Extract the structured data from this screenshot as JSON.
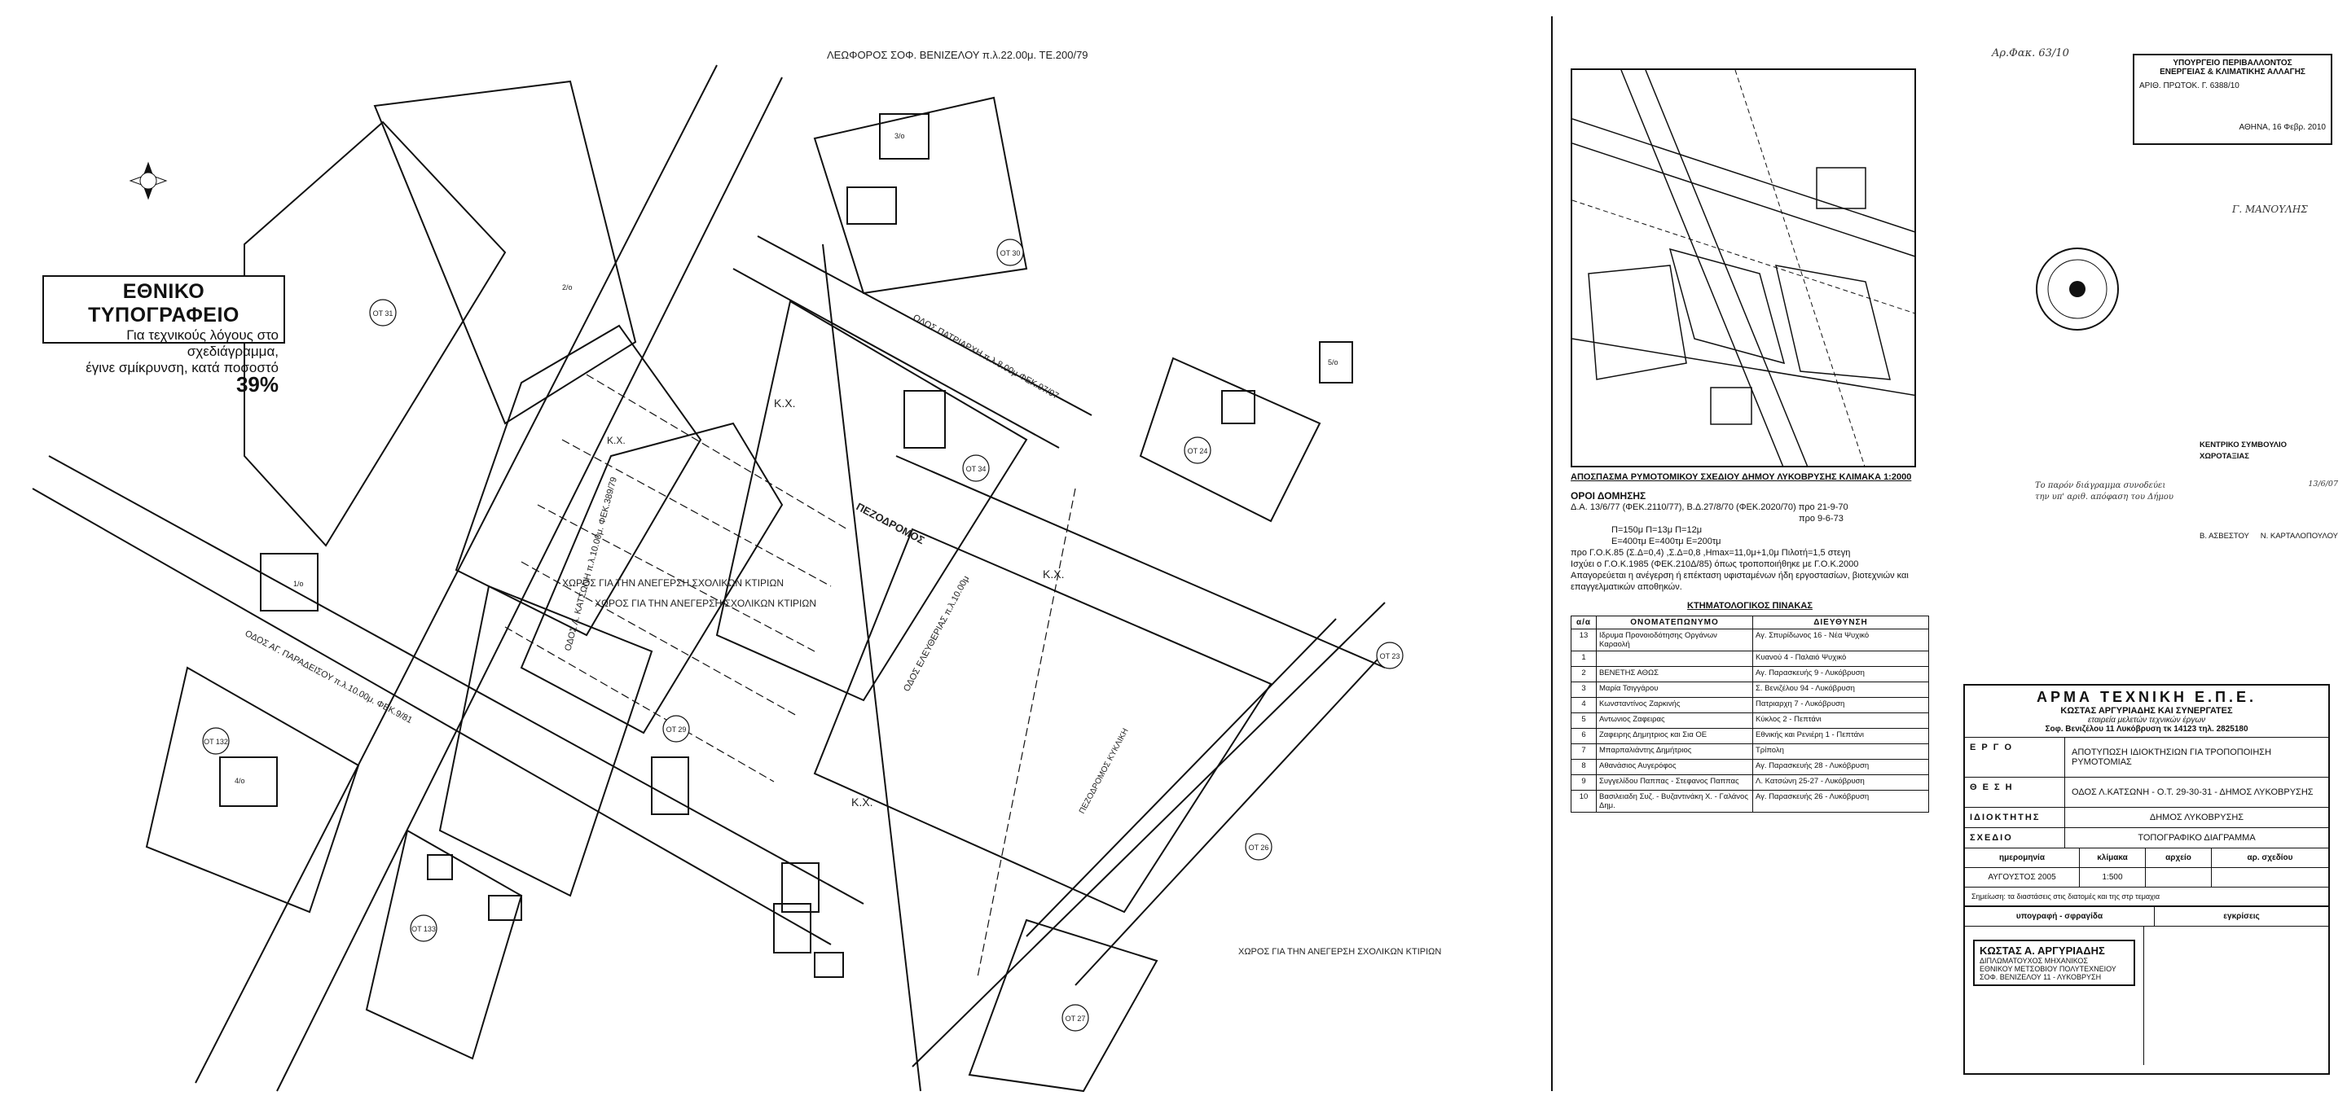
{
  "banner": {
    "title": "ΕΘΝΙΚΟ ΤΥΠΟΓΡΑΦΕΙΟ",
    "line1": "Για τεχνικούς λόγους στο σχεδιάγραμμα,",
    "line2": "έγινε σμίκρυνση, κατά ποσοστό",
    "percent": "39%"
  },
  "map": {
    "avenue_label": "ΛΕΩΦΟΡΟΣ ΣΟΦ. ΒΕΝΙΖΕΛΟΥ π.λ.22.00μ. ΤΕ.200/79",
    "street_katsoni": "ΟΔΟΣ Λ. ΚΑΤΣΩΝΗ π.λ.10.00μ. ΦΕΚ.389/79",
    "street_patriarchi": "ΟΔΟΣ ΠΑΤΡΙΑΡΧΗ π.λ.8.00μ ΦΕΚ.97/97",
    "street_paradeisou": "ΟΔΟΣ ΑΓ. ΠΑΡΑΔΕΙΣΟΥ π.λ.10.00μ. ΦΕΚ.9/81",
    "street_eleftherias": "ΟΔΟΣ ΕΛΕΥΘΕΡΙΑΣ π.λ.10.00μ",
    "pedestrian": "ΠΕΖΟΔΡΟΜΟΣ",
    "kx": "Κ.Χ.",
    "school_area_1": "ΧΩΡΟΣ ΓΙΑ ΤΗΝ ΑΝΕΓΕΡΣΗ ΣΧΟΛΙΚΩΝ ΚΤΙΡΙΩΝ",
    "school_area_2": "ΧΩΡΟΣ ΓΙΑ ΤΗΝ ΑΝΕΓΕΡΣΗ ΣΧΟΛΙΚΩΝ ΚΤΙΡΙΩΝ",
    "pedestrian_diag": "ΠΕΖΟΔΡΟΜΟΣ ΚΥΚΛΙΚΗ",
    "legend_note": "ΧΩΡΟΣ ΓΙΑ ΤΗΝ ΑΝΕΓΕΡΣΗ ΣΧΟΛΙΚΩΝ ΚΤΙΡΙΩΝ",
    "block_labels": [
      "ΟΤ 31",
      "ΟΤ 30",
      "ΟΤ 29",
      "ΟΤ 34",
      "ΟΤ 24",
      "ΟΤ 23",
      "ΟΤ 26",
      "ΟΤ 27",
      "ΟΤ 132",
      "ΟΤ 133"
    ],
    "storey_labels": [
      "2/ο",
      "3/ο",
      "4/ο",
      "1/ο",
      "5/ο"
    ]
  },
  "excerpt": {
    "title": "ΑΠΟΣΠΑΣΜΑ ΡΥΜΟΤΟΜΙΚΟΥ ΣΧΕΔΙΟΥ ΔΗΜΟΥ ΛΥΚΟΒΡΥΣΗΣ ΚΛΙΜΑΚΑ 1:2000",
    "terms_title": "ΟΡΟΙ ΔΟΜΗΣΗΣ",
    "terms_line1": "Δ.Α. 13/6/77 (ΦΕΚ.2110/77), Β.Δ.27/8/70 (ΦΕΚ.2020/70)  προ 21-9-70",
    "terms_line2": "προ 9-6-73",
    "terms_line3": "Π=150μ  Π=13μ  Π=12μ",
    "terms_line4": "Ε=400τμ  Ε=400τμ  Ε=200τμ",
    "terms_line5": "προ Γ.Ο.Κ.85 (Σ.Δ=0,4) ,Σ.Δ=0,8 ,Ηmax=11,0μ+1,0μ Πιλοτή=1,5 στεγη",
    "terms_line6": "Ισχύει ο Γ.Ο.Κ.1985 (ΦΕΚ.210Δ/85) όπως τροποποιήθηκε με Γ.Ο.Κ.2000",
    "terms_line7": "Απαγορεύεται η ανέγερση ή επέκταση υφισταμένων ήδη εργοστασίων, βιοτεχνιών και επαγγελματικών αποθηκών."
  },
  "cadastre": {
    "title": "ΚΤΗΜΑΤΟΛΟΓΙΚΟΣ ΠΙΝΑΚΑΣ",
    "headers": [
      "α/α",
      "ΟΝΟΜΑΤΕΠΩΝΥΜΟ",
      "ΔΙΕΥΘΥΝΣΗ"
    ],
    "rows": [
      [
        "13",
        "Ιδρυμα Προνοιοδότησης Οργάνων Καραολή",
        "Αγ. Σπυρίδωνος 16 - Νέα Ψυχικό"
      ],
      [
        "1",
        "",
        "Κυανού 4 - Παλαιό Ψυχικό"
      ],
      [
        "2",
        "ΒΕΝΕΤΗΣ ΑΘΩΣ",
        "Αγ. Παρασκευής 9 - Λυκόβρυση"
      ],
      [
        "3",
        "Μαρία Τσιγγάρου",
        "Σ. Βενιζέλου 94 - Λυκόβρυση"
      ],
      [
        "4",
        "Κωνσταντίνος Ζαρκινής",
        "Πατριαρχη 7 - Λυκόβρυση"
      ],
      [
        "5",
        "Αντωνιος Ζαφειρας",
        "Κύκλος 2 - Πεπτάνι"
      ],
      [
        "6",
        "Ζαφειρης Δημητριος και Σια ΟΕ",
        "Εθνικής και Ρενιέρη 1 - Πεπτάνι"
      ],
      [
        "7",
        "Μπαρπαλιάντης Δημήτριος",
        "Τρίπολη"
      ],
      [
        "8",
        "Αθανάσιος Αυγερόφος",
        "Αγ. Παρασκευής 28 - Λυκόβρυση"
      ],
      [
        "9",
        "Συγγελίδου Παππας - Στεφανος Παππας",
        "Λ. Κατσώνη 25-27 - Λυκόβρυση"
      ],
      [
        "10",
        "Βασιλειαδη Συζ. - Βυζαντινάκη Χ. - Γαλάνος Δημ.",
        "Αγ. Παρασκευής 26 - Λυκόβρυση"
      ]
    ]
  },
  "stamp": {
    "ministry_line1": "ΥΠΟΥΡΓΕΙΟ ΠΕΡΙΒΑΛΛΟΝΤΟΣ",
    "ministry_line2": "ΕΝΕΡΓΕΙΑΣ & ΚΛΙΜΑΤΙΚΗΣ ΑΛΛΑΓΗΣ",
    "protocol": "ΑΡΙΘ. ΠΡΩΤΟΚ. Γ. 6388/10",
    "date": "ΑΘΗΝΑ, 16 Φεβρ. 2010",
    "signature": "Γ. ΜΑΝΟΥΛΗΣ",
    "ref_top": "Αρ.Φακ. 63/10",
    "central_council": "ΚΕΝΤΡΙΚΟ ΣΥΜΒΟΥΛΙΟ ΧΩΡΟΤΑΞΙΑΣ",
    "date2": "13/6/07",
    "signer2": "Β. ΑΣΒΕΣΤΟΥ",
    "signer3": "Ν. ΚΑΡΤΑΛΟΠΟΥΛΟΥ",
    "note_left": "Το παρόν διάγραμμα συνοδεύει την υπ' αριθ. απόφαση του Δήμου"
  },
  "titleblock": {
    "company": "ΑΡΜΑ   ΤΕΧΝΙΚΗ   Ε.Π.Ε.",
    "partners": "ΚΩΣΤΑΣ   ΑΡΓΥΡΙΑΔΗΣ   ΚΑΙ   ΣΥΝΕΡΓΑΤΕΣ",
    "desc": "εταιρεία   μελετών   τεχνικών   έργων",
    "address": "Σοφ. Βενιζέλου 11 Λυκόβρυση  τκ 14123  τηλ. 2825180",
    "ergo_label": "Ε Ρ Γ Ο",
    "ergo_value": "ΑΠΟΤΥΠΩΣΗ ΙΔΙΟΚΤΗΣΙΩΝ ΓΙΑ ΤΡΟΠΟΠΟΙΗΣΗ ΡΥΜΟΤΟΜΙΑΣ",
    "thesi_label": "Θ Ε Σ Η",
    "thesi_value": "ΟΔΟΣ Λ.ΚΑΤΣΩΝΗ - Ο.Τ. 29-30-31 - ΔΗΜΟΣ ΛΥΚΟΒΡΥΣΗΣ",
    "owner_label": "ΙΔΙΟΚΤΗΤΗΣ",
    "owner_value": "ΔΗΜΟΣ   ΛΥΚΟΒΡΥΣΗΣ",
    "sxedio_label": "ΣΧΕΔΙΟ",
    "sxedio_value": "ΤΟΠΟΓΡΑΦΙΚΟ ΔΙΑΓΡΑΜΜΑ",
    "col_date": "ημερομηνία",
    "col_scale": "κλίμακα",
    "col_file": "αρχείο",
    "col_dwg": "αρ. σχεδίου",
    "date_value": "ΑΥΓΟΥΣΤΟΣ 2005",
    "scale_value": "1:500",
    "note": "Σημείωση: τα διαστάσεις στις διατομές και της στρ τεμαχια",
    "sign_header": "υπογραφή - σφραγίδα",
    "approval_header": "εγκρίσεις",
    "engineer_name": "ΚΩΣΤΑΣ Α. ΑΡΓΥΡΙΑΔΗΣ",
    "engineer_title1": "ΔΙΠΛΩΜΑΤΟΥΧΟΣ ΜΗΧΑΝΙΚΟΣ",
    "engineer_title2": "ΕΘΝΙΚΟΥ ΜΕΤΣΟΒΙΟΥ ΠΟΛΥΤΕΧΝΕΙΟΥ",
    "engineer_addr": "ΣΟΦ. ΒΕΝΙΖΕΛΟΥ 11 - ΛΥΚΟΒΡΥΣΗ"
  }
}
